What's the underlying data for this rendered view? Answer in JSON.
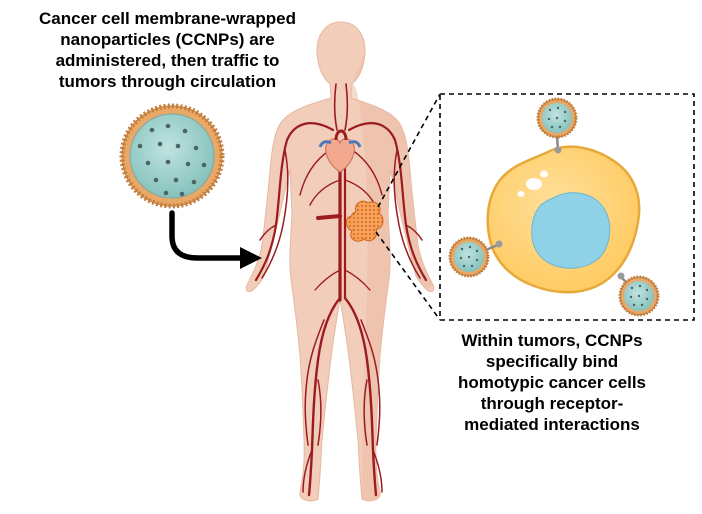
{
  "captions": {
    "administration": {
      "lines": [
        "Cancer cell membrane-wrapped",
        "nanoparticles (CCNPs) are",
        "administered, then traffic to",
        "tumors through circulation"
      ]
    },
    "binding": {
      "lines": [
        "Within tumors, CCNPs",
        "specifically bind",
        "homotypic cancer cells",
        "through receptor-",
        "mediated interactions"
      ]
    }
  },
  "colors": {
    "skin": "#f2cdb9",
    "skin_shade": "#e9b9a4",
    "vessel": "#9b1b20",
    "tumor": "#f08a3c",
    "nanoparticle_core": "#9bd0cc",
    "nanoparticle_dot": "#4b6466",
    "membrane": "#c78a4e",
    "cancer_cell": "#ffd27a",
    "cancer_cell_edge": "#e7a93b",
    "nucleus": "#8fd1e6",
    "arrow": "#000000"
  }
}
